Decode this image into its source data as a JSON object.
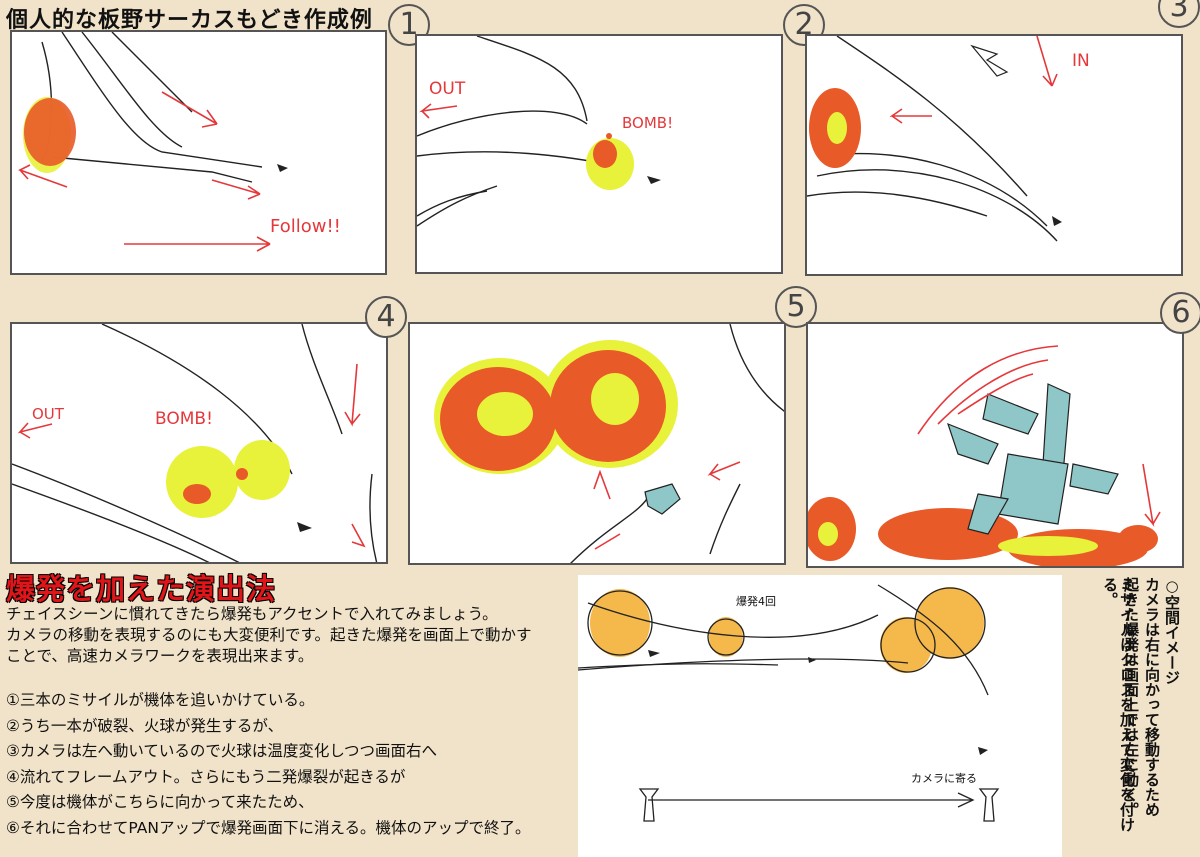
{
  "title": "個人的な板野サーカスもどき作成例",
  "panels": [
    {
      "number": "1",
      "labels": [
        "Follow!!"
      ]
    },
    {
      "number": "2",
      "labels": [
        "OUT",
        "BOMB!"
      ]
    },
    {
      "number": "3",
      "labels": [
        "IN"
      ]
    },
    {
      "number": "4",
      "labels": [
        "OUT",
        "BOMB!"
      ]
    },
    {
      "number": "5",
      "labels": []
    },
    {
      "number": "6",
      "labels": []
    }
  ],
  "section": {
    "heading": "爆発を加えた演出法",
    "intro": [
      "チェイスシーンに慣れてきたら爆発もアクセントで入れてみましょう。",
      "カメラの移動を表現するのにも大変便利です。起きた爆発を画面上で動かす",
      "ことで、高速カメラワークを表現出来ます。"
    ],
    "steps": [
      "①三本のミサイルが機体を追いかけている。",
      "②うち一本が破裂、火球が発生するが、",
      "③カメラは左へ動いているので火球は温度変化しつつ画面右へ",
      "④流れてフレームアウト。さらにもう二発爆裂が起きるが",
      "⑤今度は機体がこちらに向かって来たため、",
      "⑥それに合わせてPANアップで爆発画面下に消える。機体のアップで終了。"
    ]
  },
  "diagram": {
    "top_label": "爆発4回",
    "bottom_label": "カメラに寄る"
  },
  "side_notes": [
    "○空間イメージ",
    "カメラは右に向かって移動するため",
    "起きた爆発は画面上では左に動く。",
    "ミサイルはクロスを加えて変化を付ける。"
  ],
  "colors": {
    "background": "#f1e3c9",
    "heading_red": "#e0151a",
    "fire_orange": "#e85a28",
    "fire_yellow": "#e8f23a",
    "diagram_orange": "#f5b84a",
    "mech_teal": "#8fc7c8",
    "arrow_red": "#e5383b"
  }
}
